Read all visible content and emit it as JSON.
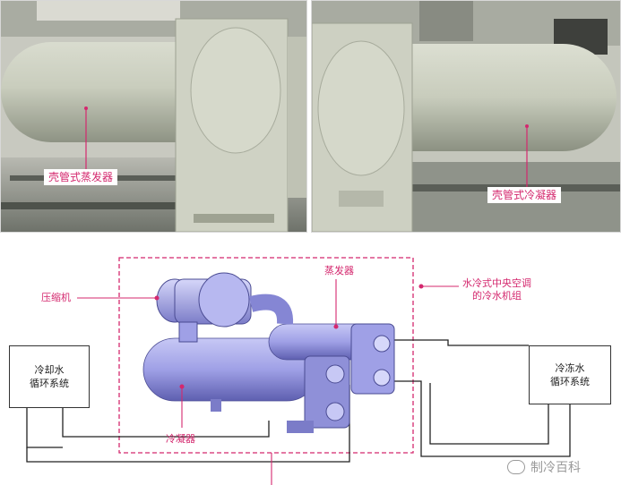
{
  "photos": {
    "left_label": "壳管式蒸发器",
    "right_label": "壳管式冷凝器"
  },
  "diagram": {
    "compressor_label": "压缩机",
    "evaporator_label": "蒸发器",
    "condenser_label": "冷凝器",
    "unit_label_line1": "水冷式中央空调",
    "unit_label_line2": "的冷水机组",
    "cooling_box_line1": "冷却水",
    "cooling_box_line2": "循环系统",
    "chilled_box_line1": "冷冻水",
    "chilled_box_line2": "循环系统"
  },
  "watermark": {
    "text": "制冷百科"
  },
  "colors": {
    "accent_pink": "#d4286e",
    "machine_blue": "#9fa0e6"
  }
}
